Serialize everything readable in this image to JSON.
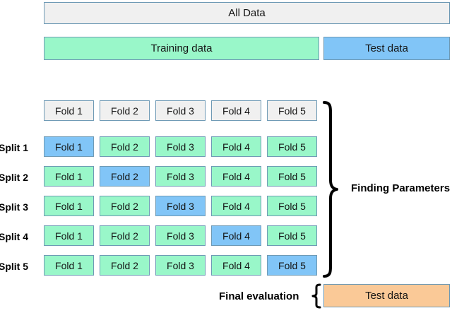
{
  "diagram": {
    "title": "Cross-validation splits diagram",
    "colors": {
      "gray": "#f0f0f0",
      "green": "#99f7c9",
      "blue": "#81c5f7",
      "orange": "#fac997",
      "border": "#6f9ab5",
      "text": "#141414"
    }
  },
  "top": {
    "all_data": "All Data",
    "training_data": "Training data",
    "test_data": "Test data"
  },
  "header_folds": [
    {
      "label": "Fold 1"
    },
    {
      "label": "Fold 2"
    },
    {
      "label": "Fold 3"
    },
    {
      "label": "Fold 4"
    },
    {
      "label": "Fold 5"
    }
  ],
  "splits": [
    {
      "label": "Split 1",
      "folds": [
        {
          "label": "Fold 1",
          "role": "validation"
        },
        {
          "label": "Fold 2",
          "role": "train"
        },
        {
          "label": "Fold 3",
          "role": "train"
        },
        {
          "label": "Fold 4",
          "role": "train"
        },
        {
          "label": "Fold 5",
          "role": "train"
        }
      ]
    },
    {
      "label": "Split 2",
      "folds": [
        {
          "label": "Fold 1",
          "role": "train"
        },
        {
          "label": "Fold 2",
          "role": "validation"
        },
        {
          "label": "Fold 3",
          "role": "train"
        },
        {
          "label": "Fold 4",
          "role": "train"
        },
        {
          "label": "Fold 5",
          "role": "train"
        }
      ]
    },
    {
      "label": "Split 3",
      "folds": [
        {
          "label": "Fold 1",
          "role": "train"
        },
        {
          "label": "Fold 2",
          "role": "train"
        },
        {
          "label": "Fold 3",
          "role": "validation"
        },
        {
          "label": "Fold 4",
          "role": "train"
        },
        {
          "label": "Fold 5",
          "role": "train"
        }
      ]
    },
    {
      "label": "Split 4",
      "folds": [
        {
          "label": "Fold 1",
          "role": "train"
        },
        {
          "label": "Fold 2",
          "role": "train"
        },
        {
          "label": "Fold 3",
          "role": "train"
        },
        {
          "label": "Fold 4",
          "role": "validation"
        },
        {
          "label": "Fold 5",
          "role": "train"
        }
      ]
    },
    {
      "label": "Split 5",
      "folds": [
        {
          "label": "Fold 1",
          "role": "train"
        },
        {
          "label": "Fold 2",
          "role": "train"
        },
        {
          "label": "Fold 3",
          "role": "train"
        },
        {
          "label": "Fold 4",
          "role": "train"
        },
        {
          "label": "Fold 5",
          "role": "validation"
        }
      ]
    }
  ],
  "annotations": {
    "finding_parameters": "Finding Parameters",
    "final_evaluation": "Final evaluation",
    "final_test_data": "Test data"
  }
}
